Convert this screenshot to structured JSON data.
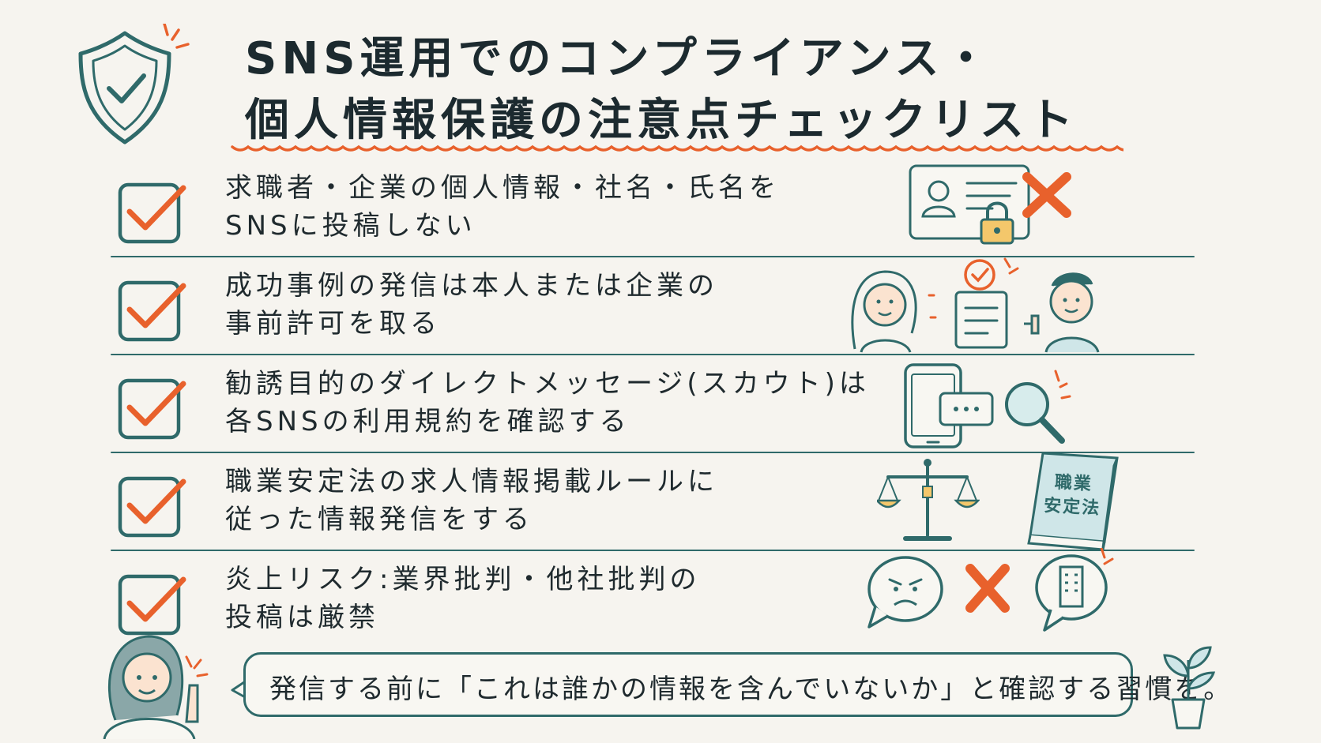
{
  "title": {
    "line1": "SNS運用でのコンプライアンス・",
    "line2": "個人情報保護の注意点チェックリスト"
  },
  "colors": {
    "teal": "#2f6a6a",
    "orange": "#e8612c",
    "background": "#f6f4ef",
    "text": "#1f2a2e"
  },
  "items": [
    {
      "line1": "求職者・企業の個人情報・社名・氏名を",
      "line2": "SNSに投稿しない",
      "icons": [
        "profile-card-icon",
        "lock-icon",
        "cross-icon"
      ]
    },
    {
      "line1": "成功事例の発信は本人または企業の",
      "line2": "事前許可を取る",
      "icons": [
        "woman-face-icon",
        "approval-document-icon",
        "man-thumbs-up-icon"
      ]
    },
    {
      "line1": "勧誘目的のダイレクトメッセージ(スカウト)は",
      "line2": "各SNSの利用規約を確認する",
      "icons": [
        "smartphone-icon",
        "chat-bubble-icon",
        "magnifier-icon"
      ]
    },
    {
      "line1": "職業安定法の求人情報掲載ルールに",
      "line2": "従った情報発信をする",
      "icons": [
        "scales-icon",
        "law-book-icon"
      ]
    },
    {
      "line1": "炎上リスク:業界批判・他社批判の",
      "line2": "投稿は厳禁",
      "icons": [
        "angry-bubble-icon",
        "cross-icon",
        "building-bubble-icon"
      ]
    }
  ],
  "book_label": {
    "line1": "職業",
    "line2": "安定法"
  },
  "footer": {
    "message": "発信する前に「これは誰かの情報を含んでいないか」と確認する習慣を。"
  }
}
